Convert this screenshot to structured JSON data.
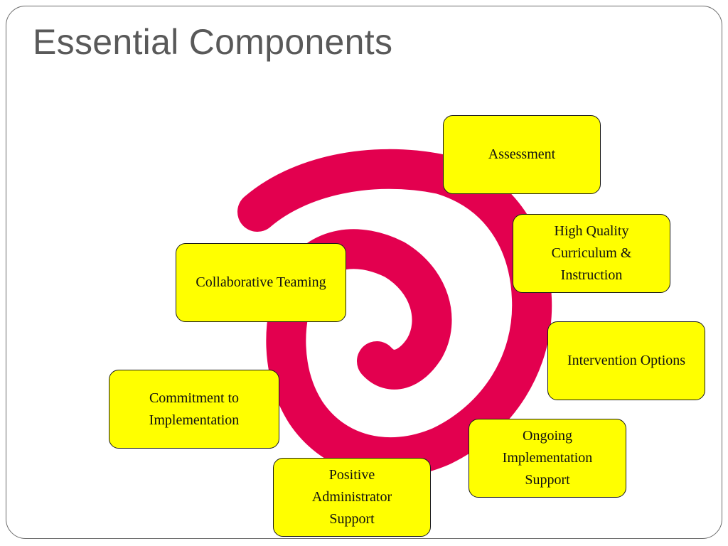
{
  "slide": {
    "title": "Essential Components"
  },
  "components": [
    {
      "id": "assessment",
      "label": "Assessment"
    },
    {
      "id": "high-quality",
      "label": "High Quality Curriculum & Instruction"
    },
    {
      "id": "intervention",
      "label": "Intervention Options"
    },
    {
      "id": "ongoing",
      "label": "Ongoing Implementation Support"
    },
    {
      "id": "positive",
      "label": "Positive Administrator Support"
    },
    {
      "id": "commitment",
      "label": "Commitment to Implementation"
    },
    {
      "id": "collaborative",
      "label": "Collaborative Teaming"
    }
  ],
  "colors": {
    "box_fill": "#ffff00",
    "spiral": "#e3004f",
    "title": "#595959",
    "frame": "#6b6b6b"
  }
}
